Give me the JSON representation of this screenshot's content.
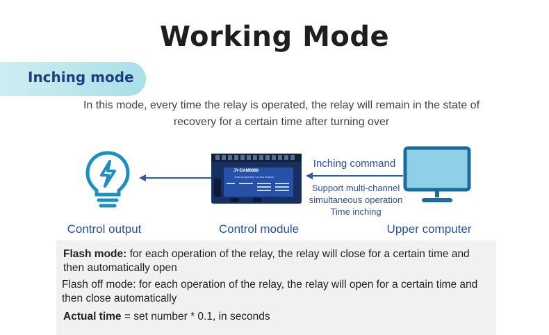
{
  "title": "Working Mode",
  "mode": {
    "label": "Inching mode"
  },
  "description": "In this mode, every time the relay is operated, the relay will remain in the state of recovery for a certain time after turning over",
  "diagram": {
    "control_output": "Control output",
    "control_module": "Control module",
    "upper_computer": "Upper computer",
    "command": "Inching command",
    "support": [
      "Support multi-channel",
      "simultaneous operation",
      "Time inching"
    ],
    "device_label": "JY-DAM8888",
    "device_sub": "Data Acquisition Control Module"
  },
  "notes": [
    {
      "term": "Flash mode:",
      "text": " for each operation of the relay, the relay will close for a certain time and then automatically open"
    },
    {
      "term": "Flash off mode:",
      "text": " for each operation of the relay, the relay will open for a certain time and then close automatically"
    },
    {
      "term": "Actual time",
      "text": " = set number * 0.1, in seconds"
    }
  ],
  "colors": {
    "accent": "#2a5fa8",
    "pill": "#a9dfe8",
    "icon": "#1b8fc2"
  }
}
